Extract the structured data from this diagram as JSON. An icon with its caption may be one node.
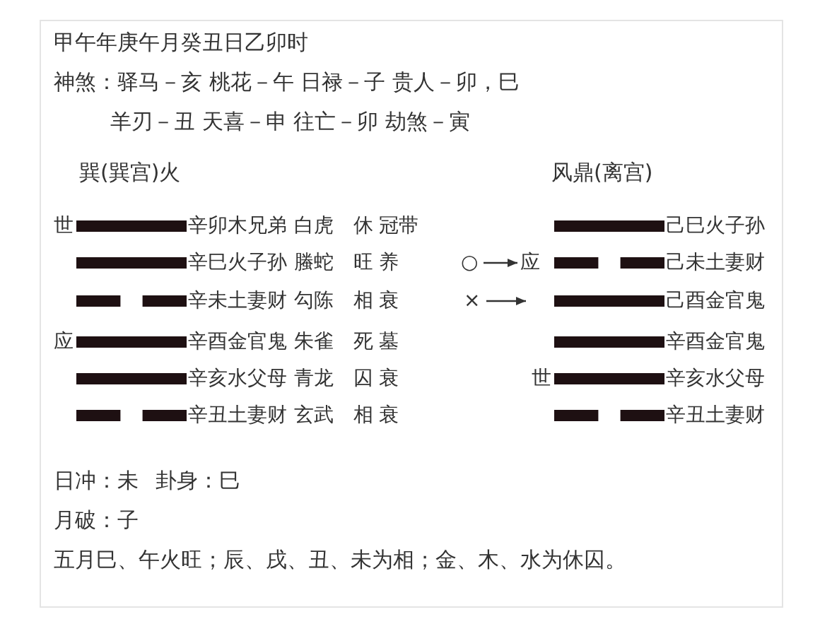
{
  "diagram": {
    "labels": [
      "甲午年庚午月癸丑日乙卯时",
      "神煞：驿马－亥 桃花－午 日禄－子 贵人－卯，巳",
      "羊刃－丑 天喜－申 往亡－卯 劫煞－寅",
      "巽(巽宫)火",
      "风鼎(离宫)",
      "世",
      "辛卯木兄弟",
      "白虎",
      "休",
      "冠带",
      "己巳火子孙",
      "辛巳火子孙",
      "螣蛇",
      "旺",
      "养",
      "○",
      "应",
      "己未土妻财",
      "辛未土妻财",
      "勾陈",
      "相",
      "衰",
      "×",
      "己酉金官鬼",
      "应",
      "辛酉金官鬼",
      "朱雀",
      "死",
      "墓",
      "辛酉金官鬼",
      "辛亥水父母",
      "青龙",
      "囚",
      "衰",
      "世",
      "辛亥水父母",
      "辛丑土妻财",
      "玄武",
      "相",
      "衰",
      "辛丑土妻财",
      "日冲：未",
      "卦身：巳",
      "月破：子",
      "五月巳、午火旺；辰、戌、丑、未为相；金、木、水为休囚。"
    ]
  }
}
